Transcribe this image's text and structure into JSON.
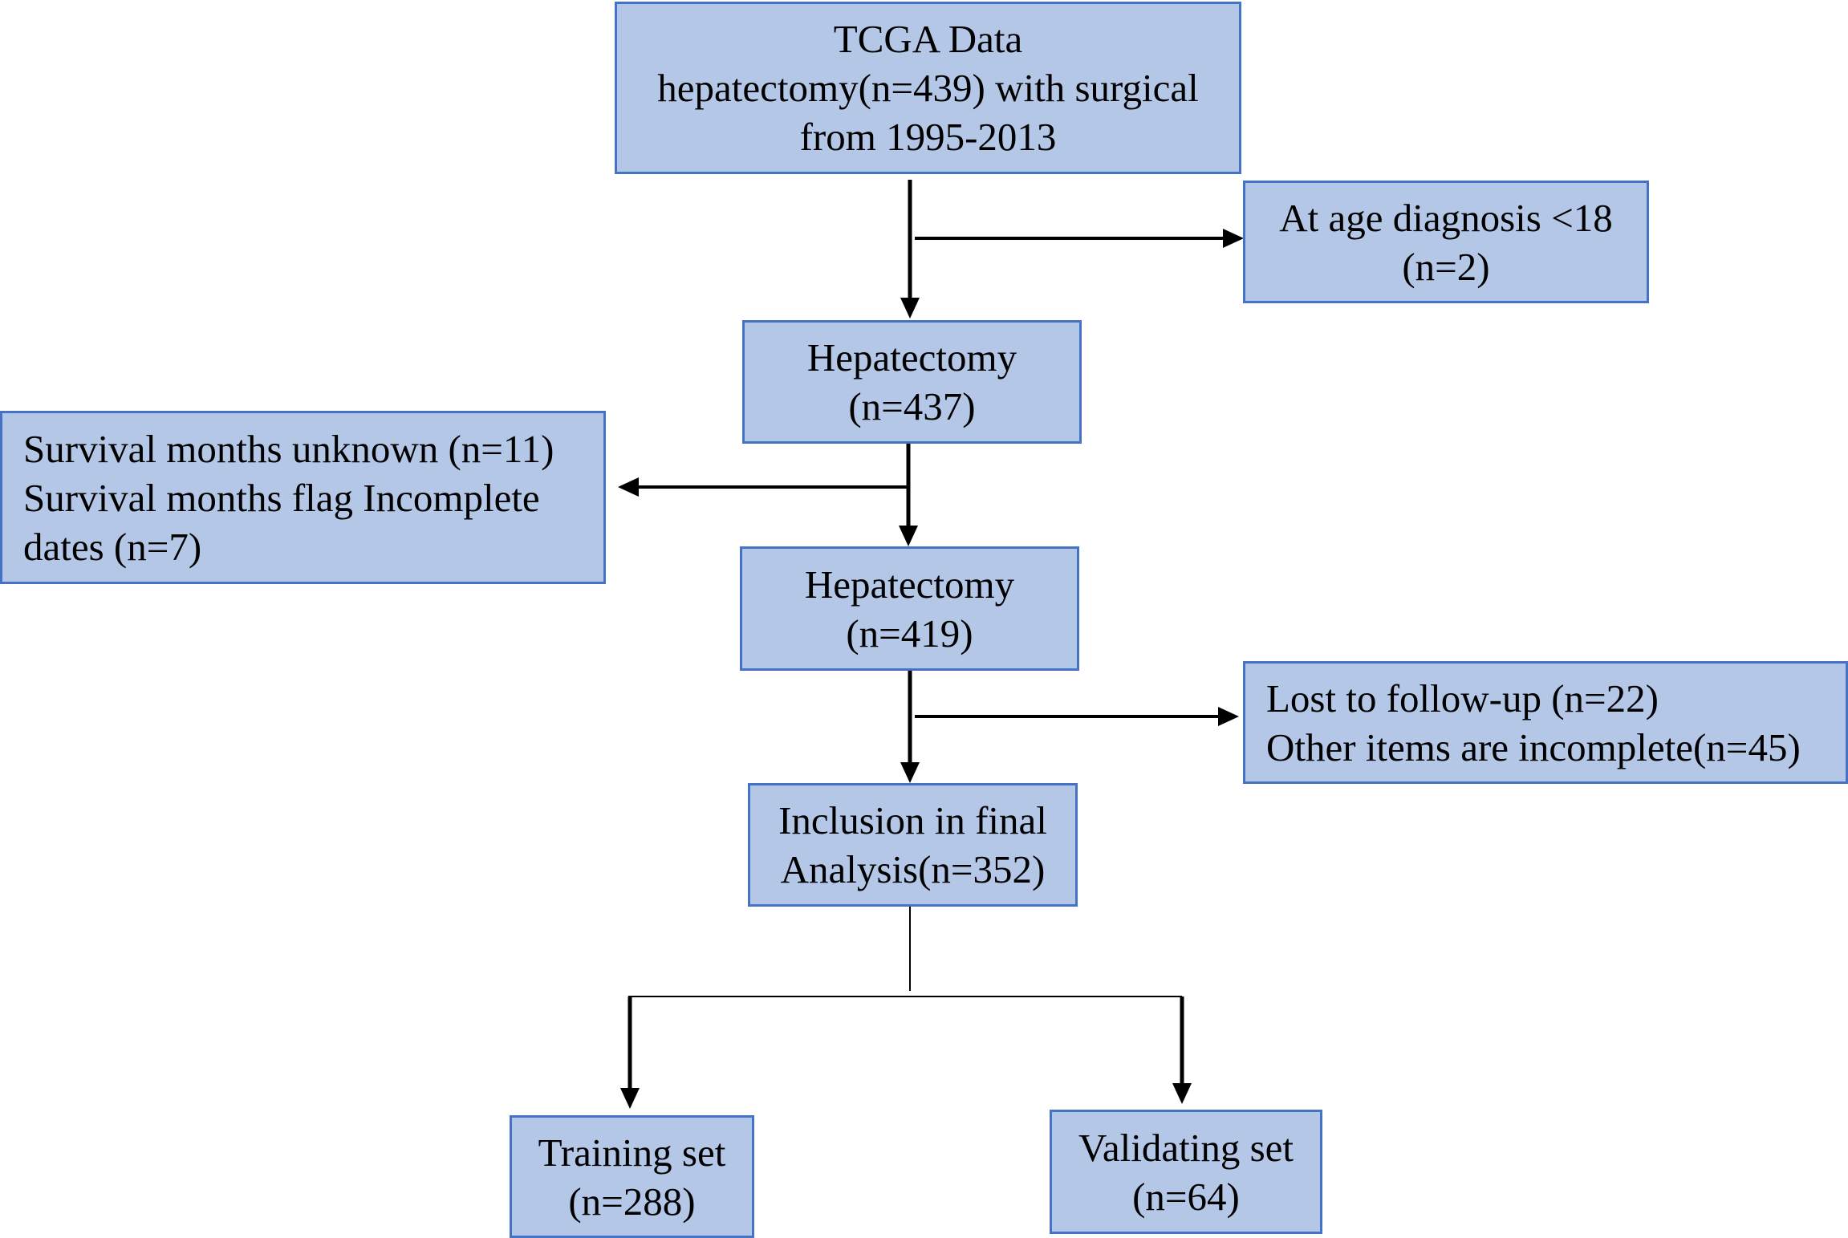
{
  "flowchart": {
    "source": {
      "lines": [
        "TCGA Data",
        "hepatectomy(n=439) with surgical",
        "from 1995-2013"
      ]
    },
    "exclusion_age": {
      "lines": [
        "At age diagnosis <18",
        "(n=2)"
      ]
    },
    "hepatectomy_437": {
      "lines": [
        "Hepatectomy",
        "(n=437)"
      ]
    },
    "exclusion_survival": {
      "lines": [
        "Survival months unknown (n=11)",
        "Survival months flag Incomplete",
        "dates (n=7)"
      ]
    },
    "hepatectomy_419": {
      "lines": [
        "Hepatectomy",
        "(n=419)"
      ]
    },
    "exclusion_followup": {
      "lines": [
        "Lost to follow-up (n=22)",
        "Other items are incomplete(n=45)"
      ]
    },
    "final_analysis": {
      "lines": [
        "Inclusion in final",
        "Analysis(n=352)"
      ]
    },
    "training_set": {
      "lines": [
        "Training set",
        "(n=288)"
      ]
    },
    "validating_set": {
      "lines": [
        "Validating set",
        "(n=64)"
      ]
    }
  },
  "colors": {
    "box_fill": "#b4c7e7",
    "box_border": "#4472c4",
    "arrow": "#000000"
  }
}
